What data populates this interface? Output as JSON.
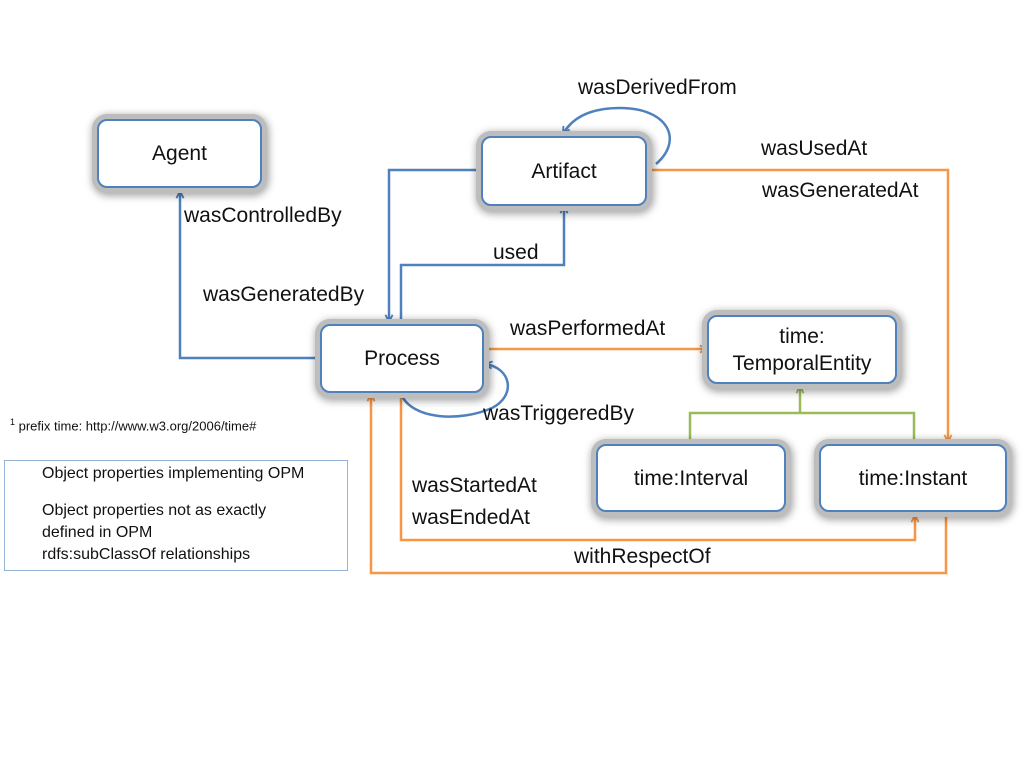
{
  "nodes": {
    "agent": "Agent",
    "artifact": "Artifact",
    "process": "Process",
    "temporal_entity_line1": "time:",
    "temporal_entity_line2": "TemporalEntity",
    "interval": "time:Interval",
    "instant": "time:Instant"
  },
  "edges": {
    "was_derived_from": "wasDerivedFrom",
    "was_used_at": "wasUsedAt",
    "was_generated_at": "wasGeneratedAt",
    "was_controlled_by": "wasControlledBy",
    "used": "used",
    "was_generated_by": "wasGeneratedBy",
    "was_performed_at": "wasPerformedAt",
    "was_triggered_by": "wasTriggeredBy",
    "was_started_at": "wasStartedAt",
    "was_ended_at": "wasEndedAt",
    "with_respect_of": "withRespectOf"
  },
  "footnote": {
    "marker": "1",
    "text": " prefix time: http://www.w3.org/2006/time#"
  },
  "legend": {
    "opm": "Object properties implementing OPM",
    "not_opm": "Object properties not as exactly defined in OPM",
    "subclass": "rdfs:subClassOf relationships"
  },
  "colors": {
    "opm_blue": "#4f81bd",
    "non_opm_orange": "#f79646",
    "subclass_green": "#9bbb59",
    "node_border": "#4f81bd",
    "node_shadow": "#bdbdbd"
  }
}
